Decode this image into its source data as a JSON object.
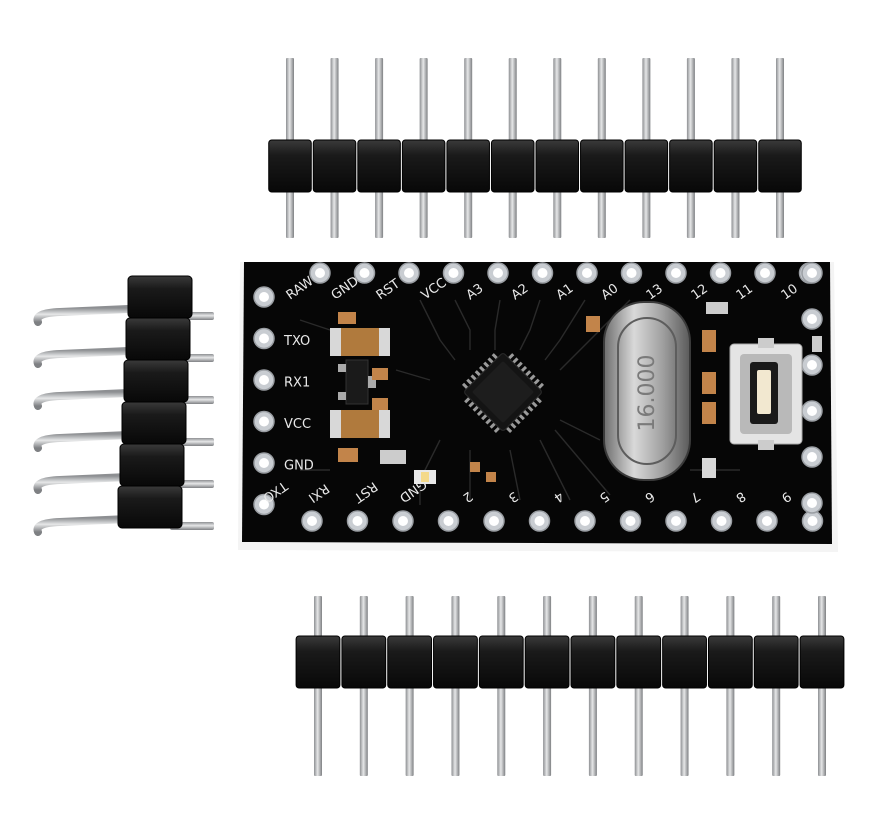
{
  "board": {
    "top_labels": [
      "RAW",
      "GND",
      "RST",
      "VCC",
      "A3",
      "A2",
      "A1",
      "A0",
      "13",
      "12",
      "11",
      "10"
    ],
    "left_labels": [
      "TXO",
      "RX1",
      "VCC",
      "GND"
    ],
    "bottom_labels": [
      "TXO",
      "RXI",
      "RST",
      "GND",
      "2",
      "3",
      "4",
      "5",
      "6",
      "7",
      "8",
      "9"
    ],
    "crystal_text": "16.000"
  },
  "colors": {
    "pcb": "#050505",
    "pad": "#c9cdd2",
    "pin": "#b8babc",
    "plastic": "#151515",
    "background": "#ffffff"
  }
}
